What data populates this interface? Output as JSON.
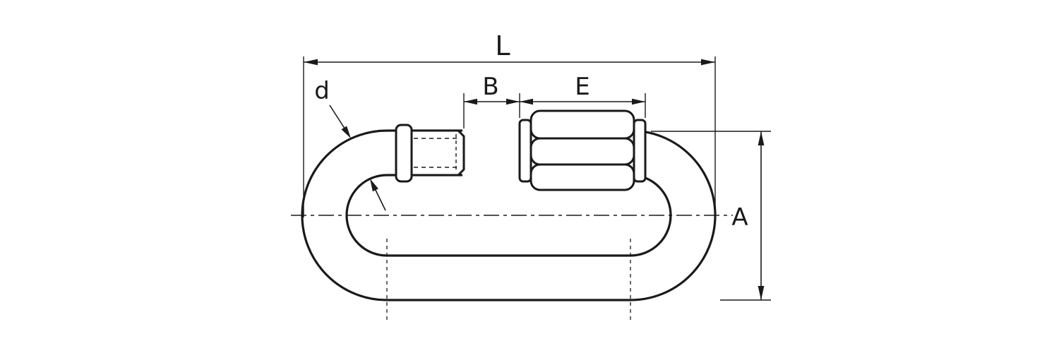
{
  "drawing": {
    "type": "technical-dimension-drawing",
    "subject": "quick-link-shackle-with-screw-sleeve-nut",
    "labels": {
      "overall_length": "L",
      "opening_gap": "B",
      "nut_length": "E",
      "wire_diameter": "d",
      "height": "A"
    },
    "colors": {
      "line": "#1a1a1a",
      "background": "#ffffff"
    }
  }
}
